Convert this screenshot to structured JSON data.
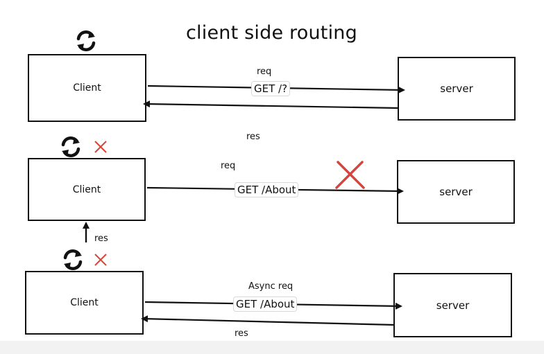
{
  "title": "client side routing",
  "rows": [
    {
      "client_label": "Client",
      "server_label": "server",
      "req_label": "req",
      "request_text": "GET /?",
      "res_label": "res"
    },
    {
      "client_label": "Client",
      "server_label": "server",
      "req_label": "req",
      "request_text": "GET /About",
      "res_label": "res"
    },
    {
      "client_label": "Client",
      "server_label": "server",
      "req_label": "Async req",
      "request_text": "GET /About",
      "res_label": "res"
    }
  ],
  "colors": {
    "cross": "#d9443a",
    "ink": "#111111"
  },
  "icons": [
    "refresh-icon",
    "cross-icon"
  ]
}
